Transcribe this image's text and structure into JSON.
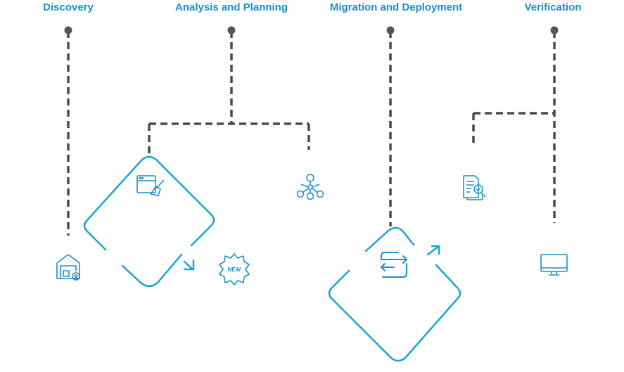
{
  "phases": [
    {
      "title": "Discovery"
    },
    {
      "title": "Analysis and Planning"
    },
    {
      "title": "Migration and Deployment"
    },
    {
      "title": "Verification"
    }
  ],
  "badge": {
    "text": "NEW"
  },
  "colors": {
    "accent": "#1b8fc6",
    "loop": "#1aa3cf",
    "connector": "#4a4a4a",
    "pin": "#555555"
  },
  "icons": [
    "warehouse-gear-icon",
    "browser-broom-icon",
    "new-badge-icon",
    "org-network-icon",
    "sync-arrows-icon",
    "report-check-icon",
    "monitor-icon"
  ]
}
